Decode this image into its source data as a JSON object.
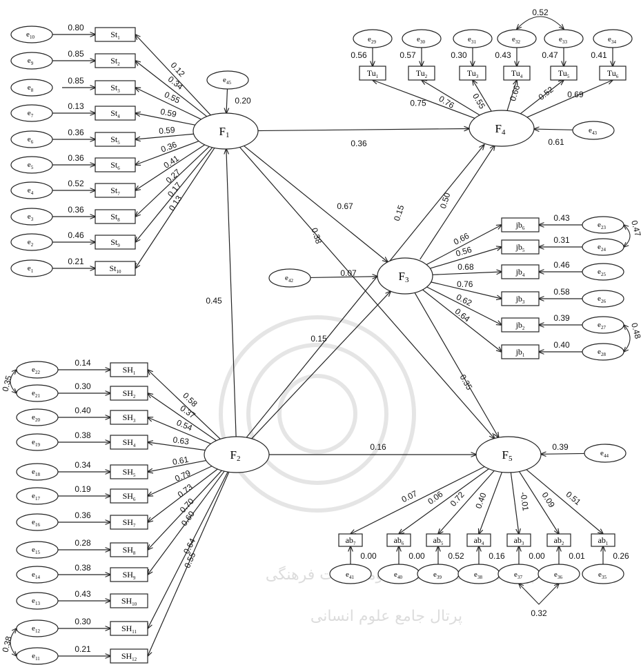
{
  "factors": [
    {
      "id": "F1",
      "base": "F",
      "sub": "1"
    },
    {
      "id": "F2",
      "base": "F",
      "sub": "2"
    },
    {
      "id": "F3",
      "base": "F",
      "sub": "3"
    },
    {
      "id": "F4",
      "base": "F",
      "sub": "4"
    },
    {
      "id": "F5",
      "base": "F",
      "sub": "5"
    }
  ],
  "st_items": [
    {
      "box": "St1",
      "err": "e10",
      "err_value": "0.80",
      "loading": "0.12"
    },
    {
      "box": "St2",
      "err": "e9",
      "err_value": "0.85",
      "loading": "0.34"
    },
    {
      "box": "St3",
      "err": "e8",
      "err_value": "0.85",
      "loading": "0.55"
    },
    {
      "box": "St4",
      "err": "e7",
      "err_value": "0.13",
      "loading": "0.59"
    },
    {
      "box": "St5",
      "err": "e6",
      "err_value": "0.36",
      "loading": "0.59"
    },
    {
      "box": "St6",
      "err": "e5",
      "err_value": "0.36",
      "loading": "0.36"
    },
    {
      "box": "St7",
      "err": "e4",
      "err_value": "0.52",
      "loading": "0.41"
    },
    {
      "box": "St8",
      "err": "e3",
      "err_value": "0.36",
      "loading": "0.27"
    },
    {
      "box": "St9",
      "err": "e2",
      "err_value": "0.46",
      "loading": "0.17"
    },
    {
      "box": "St10",
      "err": "e1",
      "err_value": "0.21",
      "loading": "0.13"
    }
  ],
  "sh_items": [
    {
      "box": "SH1",
      "err": "e22",
      "err_value": "0.14",
      "loading": "0.58"
    },
    {
      "box": "SH2",
      "err": "e21",
      "err_value": "0.30",
      "loading": "0.37"
    },
    {
      "box": "SH3",
      "err": "e20",
      "err_value": "0.40",
      "loading": "0.54"
    },
    {
      "box": "SH4",
      "err": "e19",
      "err_value": "0.38",
      "loading": "0.63"
    },
    {
      "box": "SH5",
      "err": "e18",
      "err_value": "0.34",
      "loading": "0.61"
    },
    {
      "box": "SH6",
      "err": "e17",
      "err_value": "0.19",
      "loading": "0.79"
    },
    {
      "box": "SH7",
      "err": "e16",
      "err_value": "0.36",
      "loading": "0.73"
    },
    {
      "box": "SH8",
      "err": "e15",
      "err_value": "0.28",
      "loading": "0.70"
    },
    {
      "box": "SH9",
      "err": "e14",
      "err_value": "0.38",
      "loading": "0.60"
    },
    {
      "box": "SH10",
      "err": "e13",
      "err_value": "0.43",
      "loading": ""
    },
    {
      "box": "SH11",
      "err": "e12",
      "err_value": "0.30",
      "loading": "0.64"
    },
    {
      "box": "SH12",
      "err": "e11",
      "err_value": "0.21",
      "loading": "0.55"
    }
  ],
  "sh_covariances": [
    {
      "a": "e22",
      "b": "e21",
      "value": "0.35"
    },
    {
      "a": "e12",
      "b": "e11",
      "value": "0.38"
    }
  ],
  "tu_items": [
    {
      "box": "Tu1",
      "err": "e29",
      "err_value": "0.56",
      "loading": "0.75"
    },
    {
      "box": "Tu2",
      "err": "e30",
      "err_value": "0.57",
      "loading": "0.76"
    },
    {
      "box": "Tu3",
      "err": "e31",
      "err_value": "0.30",
      "loading": "0.55"
    },
    {
      "box": "Tu4",
      "err": "e32",
      "err_value": "0.43",
      "loading": "0.66"
    },
    {
      "box": "Tu5",
      "err": "e33",
      "err_value": "0.47",
      "loading": "0.52"
    },
    {
      "box": "Tu6",
      "err": "e34",
      "err_value": "0.41",
      "loading": "0.69"
    }
  ],
  "tu_covariance": {
    "a": "e32",
    "b": "e33",
    "value": "0.52"
  },
  "jb_items": [
    {
      "box": "jb6",
      "err": "e23",
      "err_value": "0.43",
      "loading": "0.66"
    },
    {
      "box": "jb5",
      "err": "e24",
      "err_value": "0.31",
      "loading": "0.56"
    },
    {
      "box": "jb4",
      "err": "e25",
      "err_value": "0.46",
      "loading": "0.68"
    },
    {
      "box": "jb3",
      "err": "e26",
      "err_value": "0.58",
      "loading": "0.76"
    },
    {
      "box": "jb2",
      "err": "e27",
      "err_value": "0.39",
      "loading": "0.62"
    },
    {
      "box": "jb1",
      "err": "e28",
      "err_value": "0.40",
      "loading": "0.64"
    }
  ],
  "jb_covariances": [
    {
      "a": "e23",
      "b": "e24",
      "value": "0.47"
    },
    {
      "a": "e27",
      "b": "e28",
      "value": "0.48"
    }
  ],
  "ab_items": [
    {
      "box": "ab7",
      "err": "e41",
      "err_value": "0.00",
      "loading": "0.07"
    },
    {
      "box": "ab6",
      "err": "e40",
      "err_value": "0.00",
      "loading": "0.06"
    },
    {
      "box": "ab5",
      "err": "e39",
      "err_value": "0.52",
      "loading": "0.72"
    },
    {
      "box": "ab4",
      "err": "e38",
      "err_value": "0.16",
      "loading": "0.40"
    },
    {
      "box": "ab3",
      "err": "e37",
      "err_value": "0.00",
      "loading": "-0.01"
    },
    {
      "box": "ab2",
      "err": "e36",
      "err_value": "0.01",
      "loading": "0.09"
    },
    {
      "box": "ab1",
      "err": "e35",
      "err_value": "0.26",
      "loading": "0.51"
    }
  ],
  "ab_covariance": {
    "a": "e37",
    "b": "e36",
    "value": "0.32"
  },
  "disturbances": [
    {
      "err": "e45",
      "target": "F1",
      "value": "0.20"
    },
    {
      "err": "e42",
      "target": "F3",
      "value": "0.07"
    },
    {
      "err": "e43",
      "target": "F4",
      "value": "0.61"
    },
    {
      "err": "e44",
      "target": "F5",
      "value": "0.39"
    }
  ],
  "structural_paths": [
    {
      "from": "F1",
      "to": "F4",
      "value": "0.36"
    },
    {
      "from": "F1",
      "to": "F3",
      "value": "0.67"
    },
    {
      "from": "F1",
      "to": "F5",
      "value": "0.38"
    },
    {
      "from": "F2",
      "to": "F1",
      "value": "0.45"
    },
    {
      "from": "F2",
      "to": "F4",
      "value": "0.15"
    },
    {
      "from": "F2",
      "to": "F3",
      "value": "0.15"
    },
    {
      "from": "F2",
      "to": "F5",
      "value": "0.16"
    },
    {
      "from": "F3",
      "to": "F4",
      "value": "0.50"
    },
    {
      "from": "F3",
      "to": "F5",
      "value": "0.35"
    }
  ],
  "watermark": [
    "پژوهشگاه علوم انسانی ومطالعات فرهنگی",
    "پرتال جامع علوم انسانی"
  ]
}
